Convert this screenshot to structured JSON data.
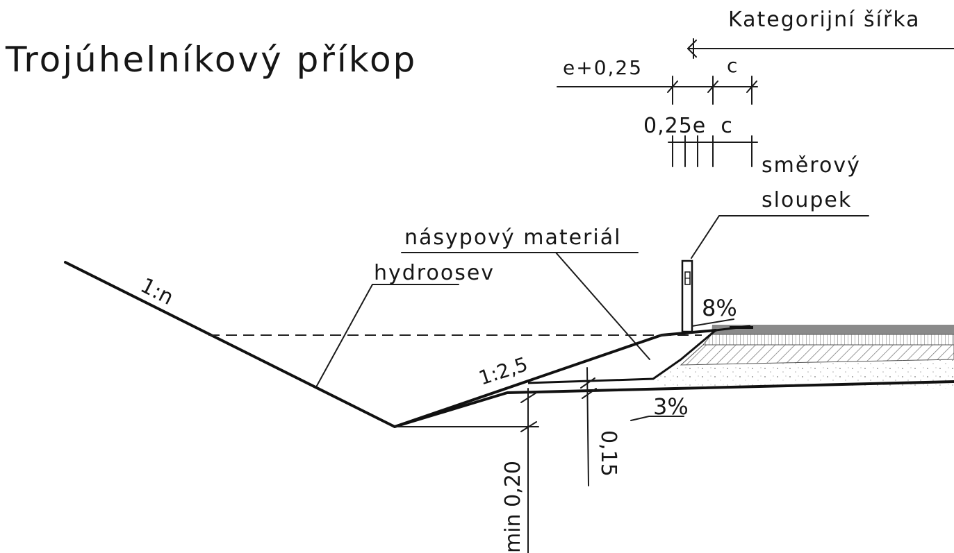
{
  "title": "Trojúhelníkový příkop",
  "labels": {
    "category_width": "Kategorijní šířka",
    "e_plus": "e+0,25",
    "c_top": "c",
    "dim_mid": "0,25e  c",
    "post_line1": "směrový",
    "post_line2": "sloupek",
    "fill_material": "násypový materiál",
    "hydroseed": "hydroosev",
    "slope_n": "1:n",
    "slope_25": "1:2,5",
    "crossfall_8": "8%",
    "crossfall_3": "3%",
    "depth_015": "0,15",
    "depth_020": "min 0,20"
  },
  "colors": {
    "ink": "#161616",
    "asphalt": "#8a8a8a",
    "base_hatch": "#777777"
  }
}
